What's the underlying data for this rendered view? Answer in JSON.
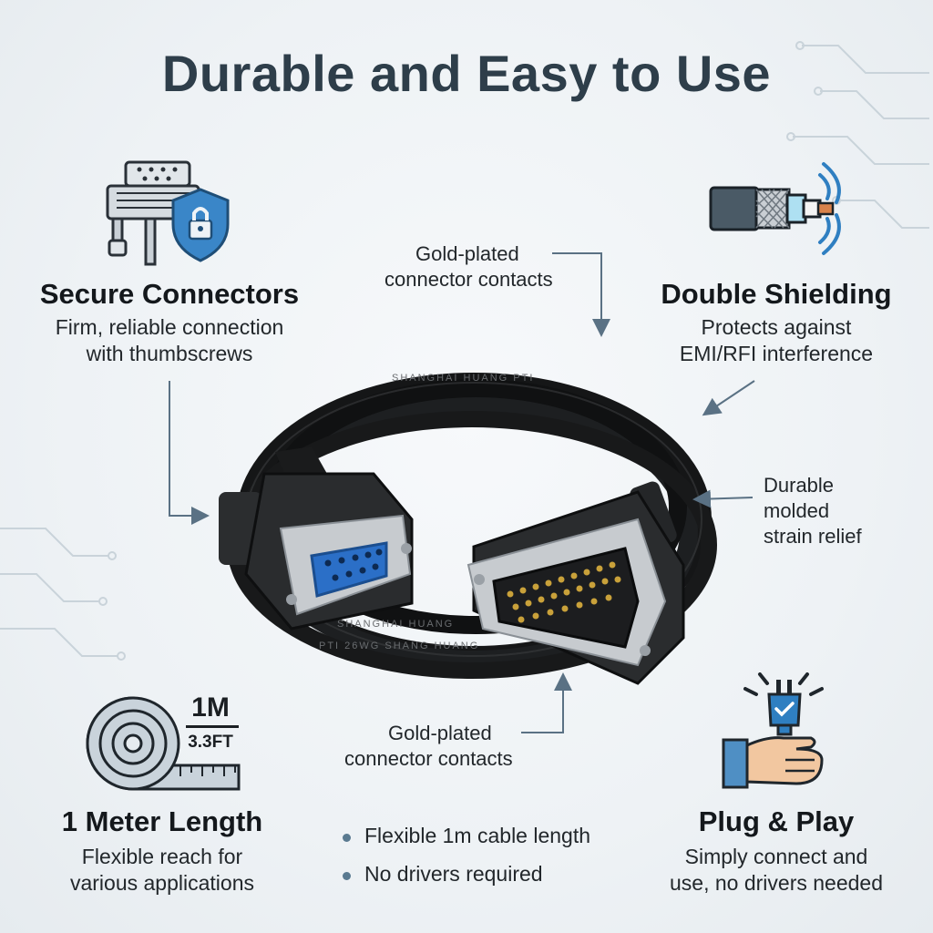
{
  "title": "Durable and Easy to Use",
  "features": {
    "secure": {
      "title": "Secure Connectors",
      "subtitle_line1": "Firm, reliable connection",
      "subtitle_line2": "with thumbscrews"
    },
    "shielding": {
      "title": "Double Shielding",
      "subtitle_line1": "Protects against",
      "subtitle_line2": "EMI/RFI interference"
    },
    "length": {
      "title": "1 Meter Length",
      "subtitle_line1": "Flexible reach for",
      "subtitle_line2": "various applications",
      "icon_big": "1M",
      "icon_small": "3.3FT"
    },
    "plug": {
      "title": "Plug & Play",
      "subtitle_line1": "Simply connect and",
      "subtitle_line2": "use, no drivers needed"
    }
  },
  "callouts": {
    "top_contacts_line1": "Gold-plated",
    "top_contacts_line2": "connector contacts",
    "bottom_contacts_line1": "Gold-plated",
    "bottom_contacts_line2": "connector contacts",
    "strain_line1": "Durable",
    "strain_line2": "molded",
    "strain_line3": "strain relief"
  },
  "cable_print": {
    "text_top": "SHANGHAI HUANG PTI",
    "text_bottom_1": "SHANGHAI HUANG",
    "text_bottom_2": "PTI 26WG SHANG HUANG"
  },
  "bullets": [
    "Flexible 1m cable length",
    "No drivers required"
  ],
  "colors": {
    "title": "#2e3e4a",
    "accent_blue": "#2f7fc1",
    "cable": "#151617",
    "arrow": "#5a7184",
    "connector_metal": "#c8ccd0",
    "port_blue": "#2b6fc7"
  },
  "icons": {
    "secure": "db-connector-shield-lock-icon",
    "shielding": "coax-cable-signal-icon",
    "length": "tape-measure-icon",
    "plug": "hand-plug-icon"
  }
}
